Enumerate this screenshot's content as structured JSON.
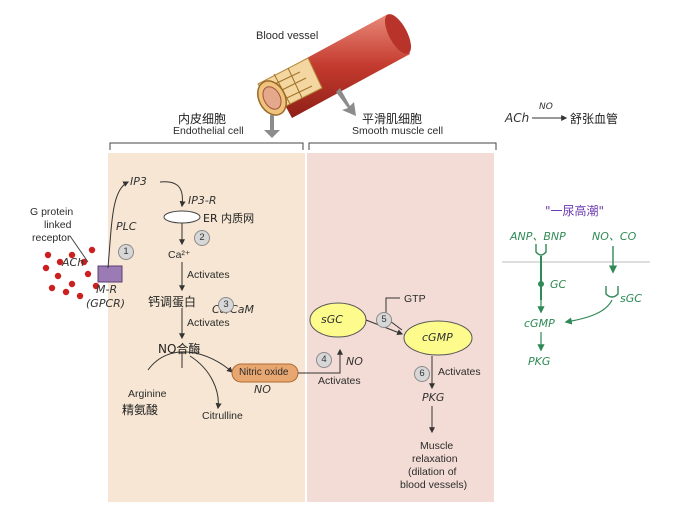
{
  "vessel": {
    "label": "Blood vessel"
  },
  "endothelial": {
    "label_zh": "内皮细胞",
    "label_en": "Endothelial cell"
  },
  "smooth_muscle": {
    "label_zh": "平滑肌细胞",
    "label_en": "Smooth muscle cell"
  },
  "receptor": {
    "label_line1": "G protein",
    "label_line2": "linked",
    "label_line3": "receptor",
    "ligand": "ACh",
    "name": "M-R",
    "type": "(GPCR)"
  },
  "endo": {
    "ip3": "IP3",
    "plc": "PLC",
    "ip3r": "IP3-R",
    "er": "ER 内质网",
    "ca": "Ca²⁺",
    "activates1": "Activates",
    "calmodulin": "钙调蛋白",
    "cacam": "Ca/CaM",
    "activates2": "Activates",
    "nos": "NO合酶",
    "no_box": "Nitric oxide",
    "no_small": "NO",
    "arginine": "Arginine",
    "arginine_zh": "精氨酸",
    "citrulline": "Citrulline"
  },
  "smooth": {
    "sgc": "sGC",
    "gtp": "GTP",
    "cgmp": "cGMP",
    "no_small": "NO",
    "activates_a": "Activates",
    "activates_b": "Activates",
    "pkg": "PKG",
    "relax1": "Muscle",
    "relax2": "relaxation",
    "relax3": "(dilation of",
    "relax4": "blood vessels)"
  },
  "steps": [
    "1",
    "2",
    "3",
    "4",
    "5",
    "6"
  ],
  "note": {
    "ach": "ACh",
    "no": "NO",
    "result": "舒张血管"
  },
  "side": {
    "title": "\"一尿高潮\"",
    "left_top": "ANP、BNP",
    "right_top": "NO、CO",
    "gc": "GC",
    "sgc": "sGC",
    "cgmp": "cGMP",
    "pkg": "PKG"
  },
  "colors": {
    "endo_bg": "#f6e6d3",
    "smooth_bg": "#f3dcd6",
    "no_box": "#e8a670",
    "side_green": "#2f8a55",
    "side_purple": "#6a3ab0",
    "receptor": "#9a7bb3",
    "ach_dots": "#cc2020"
  }
}
